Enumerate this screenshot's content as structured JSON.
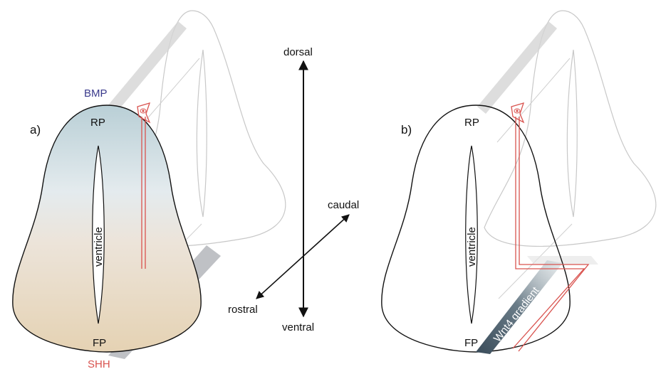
{
  "panel_a": {
    "letter": "a)",
    "top_signal": "BMP",
    "bottom_signal": "SHH",
    "roof": "RP",
    "floor": "FP",
    "cavity": "ventricle"
  },
  "axes": {
    "up": "dorsal",
    "down": "ventral",
    "front": "rostral",
    "back": "caudal"
  },
  "panel_b": {
    "letter": "b)",
    "roof": "RP",
    "floor": "FP",
    "cavity": "ventricle",
    "band": "Wnt4 gradient"
  },
  "colors": {
    "bmp": "#3a3a8c",
    "shh": "#d9534f",
    "axon": "#d9534f",
    "outline": "#111111",
    "ghost": "#bdbdbd"
  }
}
